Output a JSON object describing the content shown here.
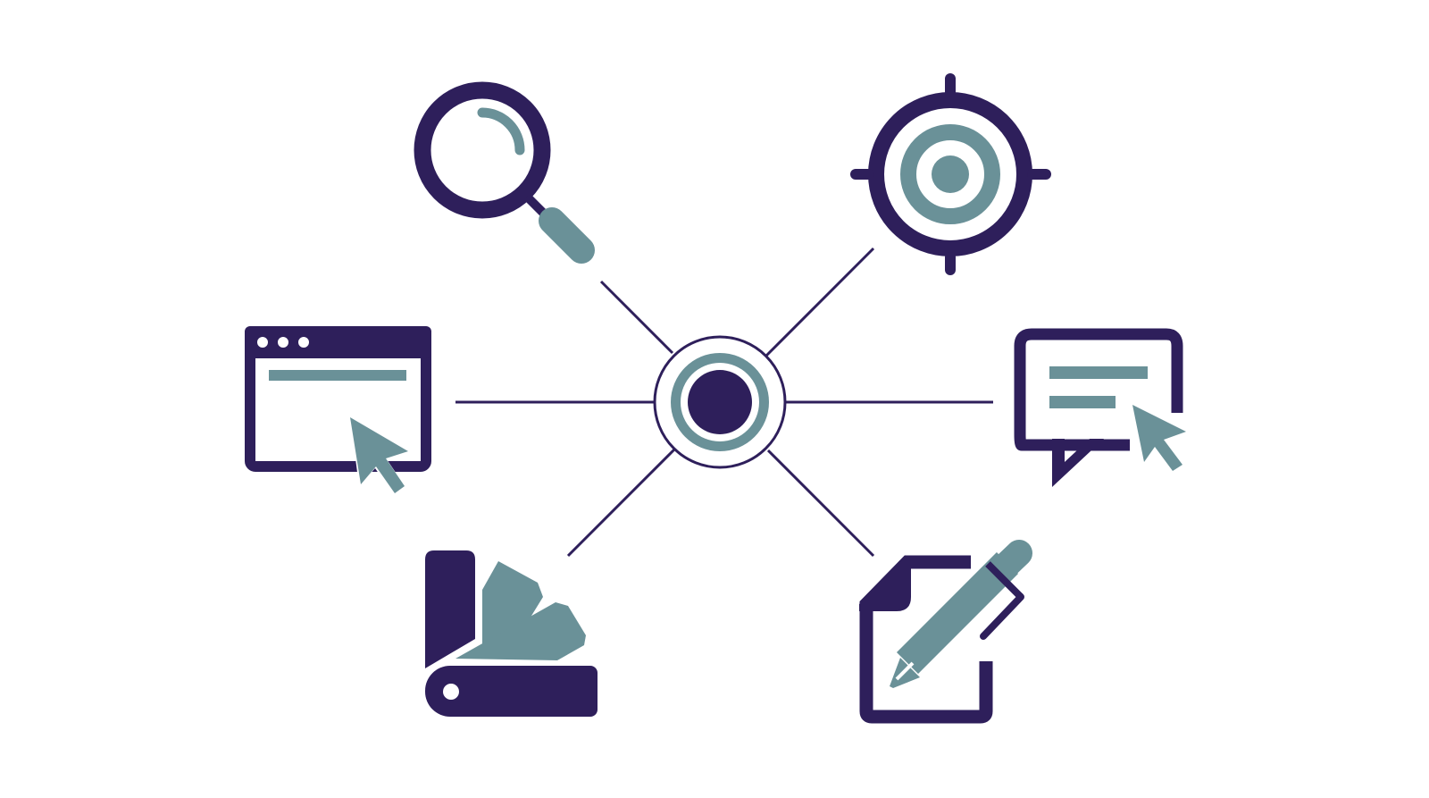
{
  "colors": {
    "primary": "#2E1F5B",
    "accent": "#6A9198",
    "background": "#FFFFFF"
  },
  "hub": {
    "icon": "hub-node-icon"
  },
  "nodes": [
    {
      "id": "search",
      "icon": "magnifying-glass-icon"
    },
    {
      "id": "target",
      "icon": "crosshair-target-icon"
    },
    {
      "id": "browser",
      "icon": "browser-window-click-icon"
    },
    {
      "id": "chat",
      "icon": "chat-bubble-click-icon"
    },
    {
      "id": "palette",
      "icon": "color-swatch-palette-icon"
    },
    {
      "id": "edit",
      "icon": "edit-document-pencil-icon"
    }
  ]
}
